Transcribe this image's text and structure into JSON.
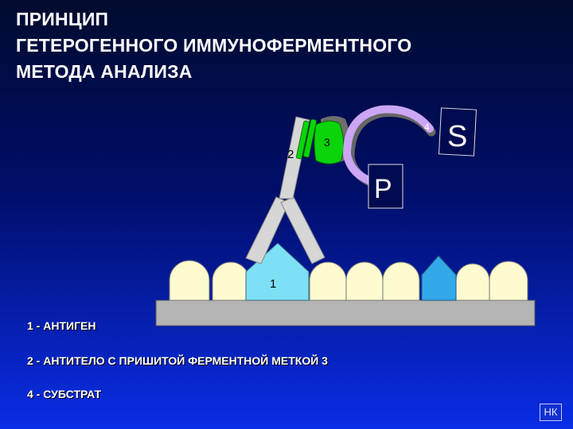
{
  "title": {
    "line1": "ПРИНЦИП",
    "line2": "ГЕТЕРОГЕННОГО ИММУНОФЕРМЕНТНОГО",
    "line3": "МЕТОДА АНАЛИЗА"
  },
  "labels": {
    "antigen": "1",
    "antibody": "2",
    "enzyme": "3",
    "substrate_num": "4",
    "substrate": "S",
    "product": "P"
  },
  "legend": {
    "item1": "1 - АНТИГЕН",
    "item2": "2 - АНТИТЕЛО С ПРИШИТОЙ ФЕРМЕНТНОЙ МЕТКОЙ 3",
    "item3": "4 - СУБСТРАТ"
  },
  "nav": {
    "button_label": "НК"
  },
  "colors": {
    "bumps": "#fffbd0",
    "antigen": "#7ee0f4",
    "antigen_small": "#33a9ea",
    "surface": "#b4b4b4",
    "antibody": "#d6d6d6",
    "enzyme": "#0bd40b",
    "arrow": "#cba6f4"
  }
}
